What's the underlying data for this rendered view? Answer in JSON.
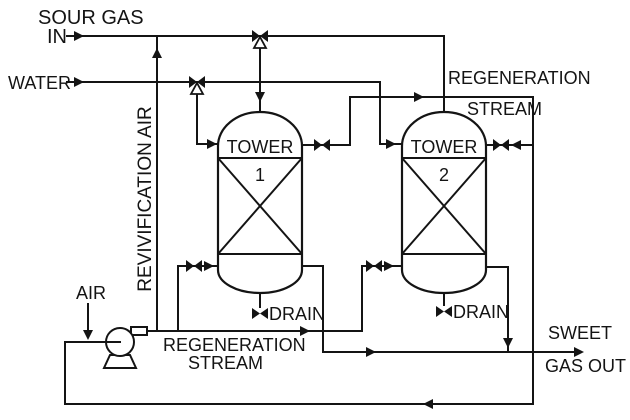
{
  "figure": {
    "background": "#ffffff",
    "line_color": "#141414",
    "streams": {
      "sour_gas": {
        "label_line1": "SOUR GAS",
        "label_line2": "IN"
      },
      "water": {
        "label": "WATER"
      },
      "revivification_air": {
        "label": "REVIVIFICATION AIR"
      },
      "regeneration_top": {
        "label_line1": "REGENERATION",
        "label_line2": "STREAM"
      },
      "regeneration_bottom": {
        "label_line1": "REGENERATION",
        "label_line2": "STREAM"
      },
      "air": {
        "label": "AIR"
      },
      "sweet_gas": {
        "label_line1": "SWEET",
        "label_line2": "GAS OUT"
      }
    },
    "equipment": {
      "tower1": {
        "name": "TOWER",
        "number": "1",
        "drain": "DRAIN"
      },
      "tower2": {
        "name": "TOWER",
        "number": "2",
        "drain": "DRAIN"
      }
    }
  }
}
